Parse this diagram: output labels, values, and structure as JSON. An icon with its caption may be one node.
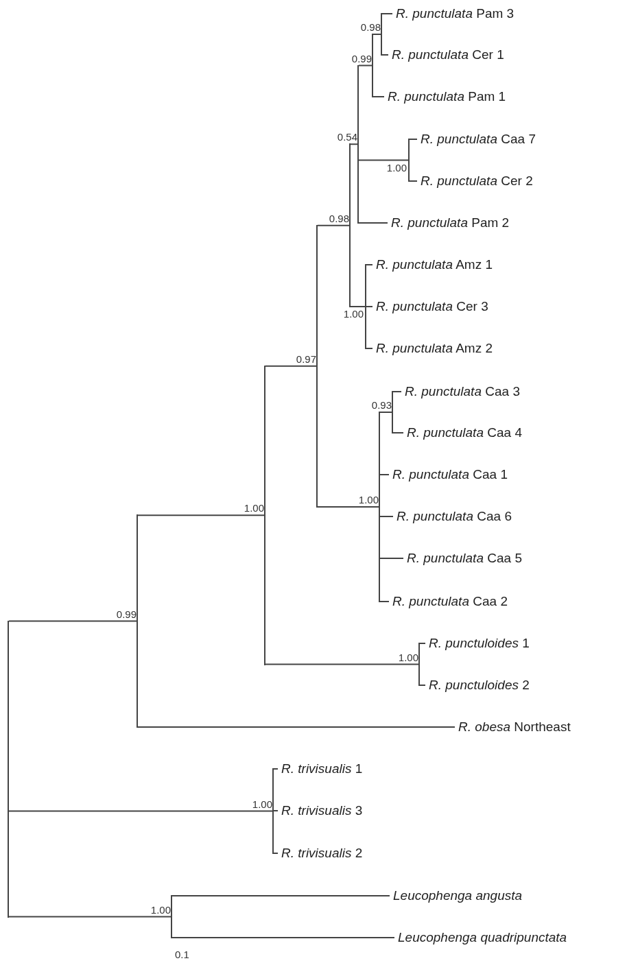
{
  "diagram": {
    "nodes": [
      {
        "text": [],
        "shape": "bar"
      },
      {
        "text": [],
        "shape": "bar",
        "beside": [
          "0.99"
        ]
      },
      {
        "text": [],
        "shape": "bar",
        "beside": [
          "1.00"
        ]
      },
      {
        "text": [],
        "shape": "bar",
        "beside": [
          "0.97"
        ]
      },
      {
        "text": [],
        "shape": "bar",
        "beside": [
          "0.98"
        ]
      },
      {
        "text": [],
        "shape": "bar",
        "beside": [
          "0.54"
        ]
      },
      {
        "text": [],
        "shape": "bar",
        "beside": [
          "0.99"
        ]
      },
      {
        "text": [],
        "shape": "bar",
        "beside": [
          "0.98"
        ]
      },
      {
        "text": [
          "*R. punctulata* Pam 3"
        ]
      },
      {
        "text": [
          "*R. punctulata* Cer 1"
        ]
      },
      {
        "text": [
          "*R. punctulata* Pam 1"
        ]
      },
      {
        "text": [],
        "shape": "bar",
        "beside": [
          "1.00"
        ]
      },
      {
        "text": [
          "*R. punctulata* Caa 7"
        ]
      },
      {
        "text": [
          "*R. punctulata* Cer 2"
        ]
      },
      {
        "text": [
          "*R. punctulata* Pam 2"
        ]
      },
      {
        "text": [],
        "shape": "bar",
        "beside": [
          "1.00"
        ]
      },
      {
        "text": [
          "*R. punctulata* Amz 1"
        ]
      },
      {
        "text": [
          "*R. punctulata* Cer 3"
        ]
      },
      {
        "text": [
          "*R. punctulata* Amz 2"
        ]
      },
      {
        "text": [],
        "shape": "bar",
        "beside": [
          "1.00"
        ]
      },
      {
        "text": [],
        "shape": "bar",
        "beside": [
          "0.93"
        ]
      },
      {
        "text": [
          "*R. punctulata* Caa 3"
        ]
      },
      {
        "text": [
          "*R. punctulata* Caa 4"
        ]
      },
      {
        "text": [
          "*R. punctulata* Caa 1"
        ]
      },
      {
        "text": [
          "*R. punctulata* Caa 6"
        ]
      },
      {
        "text": [
          "*R. punctulata* Caa 5"
        ]
      },
      {
        "text": [
          "*R. punctulata* Caa 2"
        ]
      },
      {
        "text": [],
        "shape": "bar",
        "beside": [
          "1.00"
        ]
      },
      {
        "text": [
          "*R. punctuloides* 1"
        ]
      },
      {
        "text": [
          "*R. punctuloides* 2"
        ]
      },
      {
        "text": [
          "*R. obesa* Northeast"
        ]
      },
      {
        "text": [],
        "shape": "bar",
        "beside": [
          "1.00"
        ]
      },
      {
        "text": [
          "*R. trivisualis* 1"
        ]
      },
      {
        "text": [
          "*R. trivisualis* 3"
        ]
      },
      {
        "text": [
          "*R. trivisualis* 2"
        ]
      },
      {
        "text": [],
        "shape": "bar",
        "beside": [
          "1.00"
        ]
      },
      {
        "text": [
          "Leucophenga angusta"
        ]
      },
      {
        "text": [
          "Leucophenga quadripunctata"
        ]
      }
    ],
    "edges": [
      {
        "from": 0,
        "to": 1,
        "arrow": "none"
      },
      {
        "from": 1,
        "to": 2,
        "arrow": "none"
      },
      {
        "from": 2,
        "to": 3,
        "arrow": "none"
      },
      {
        "from": 3,
        "to": 4,
        "arrow": "none"
      },
      {
        "from": 4,
        "to": 5,
        "arrow": "none"
      },
      {
        "from": 5,
        "to": 6,
        "arrow": "none"
      },
      {
        "from": 6,
        "to": 7,
        "arrow": "none"
      },
      {
        "from": 7,
        "to": 8,
        "arrow": "none"
      },
      {
        "from": 7,
        "to": 9,
        "arrow": "none"
      },
      {
        "from": 6,
        "to": 10,
        "arrow": "none"
      },
      {
        "from": 5,
        "to": 11,
        "arrow": "none"
      },
      {
        "from": 11,
        "to": 12,
        "arrow": "none"
      },
      {
        "from": 11,
        "to": 13,
        "arrow": "none"
      },
      {
        "from": 5,
        "to": 14,
        "arrow": "none"
      },
      {
        "from": 4,
        "to": 15,
        "arrow": "none"
      },
      {
        "from": 15,
        "to": 16,
        "arrow": "none"
      },
      {
        "from": 15,
        "to": 17,
        "arrow": "none"
      },
      {
        "from": 15,
        "to": 18,
        "arrow": "none"
      },
      {
        "from": 3,
        "to": 19,
        "arrow": "none"
      },
      {
        "from": 19,
        "to": 20,
        "arrow": "none"
      },
      {
        "from": 20,
        "to": 21,
        "arrow": "none"
      },
      {
        "from": 20,
        "to": 22,
        "arrow": "none"
      },
      {
        "from": 19,
        "to": 23,
        "arrow": "none"
      },
      {
        "from": 19,
        "to": 24,
        "arrow": "none"
      },
      {
        "from": 19,
        "to": 25,
        "arrow": "none"
      },
      {
        "from": 19,
        "to": 26,
        "arrow": "none"
      },
      {
        "from": 2,
        "to": 27,
        "arrow": "none"
      },
      {
        "from": 27,
        "to": 28,
        "arrow": "none"
      },
      {
        "from": 27,
        "to": 29,
        "arrow": "none"
      },
      {
        "from": 1,
        "to": 30,
        "arrow": "none"
      },
      {
        "from": 0,
        "to": 31,
        "arrow": "none"
      },
      {
        "from": 31,
        "to": 32,
        "arrow": "none"
      },
      {
        "from": 31,
        "to": 33,
        "arrow": "none"
      },
      {
        "from": 31,
        "to": 34,
        "arrow": "none"
      },
      {
        "from": 0,
        "to": 35,
        "arrow": "none"
      },
      {
        "from": 35,
        "to": 36,
        "arrow": "none"
      },
      {
        "from": 35,
        "to": 37,
        "arrow": "none"
      }
    ],
    "labels": [
      "0.1"
    ]
  }
}
